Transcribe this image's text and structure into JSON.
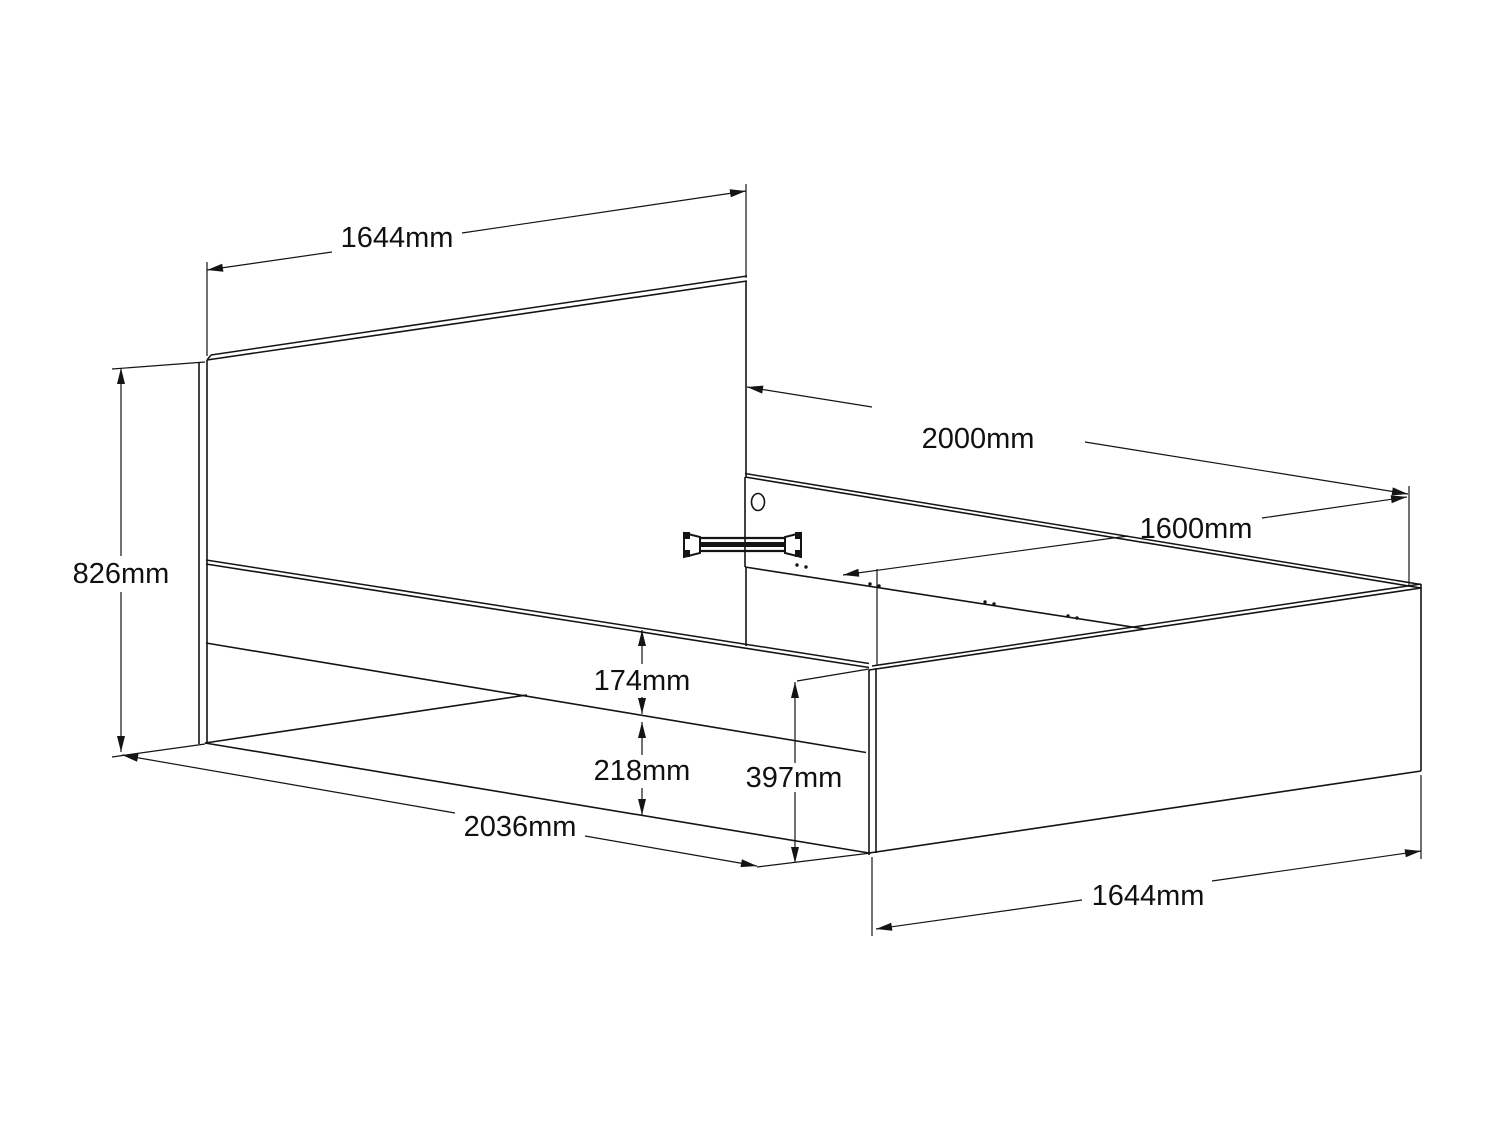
{
  "drawing": {
    "kind": "furniture assembly dimension diagram",
    "subject": "bed frame exploded perspective view",
    "background_color": "#ffffff",
    "line_color": "#141414",
    "unit": "mm"
  },
  "dimensions": {
    "headboard_width_top": {
      "label": "1644mm"
    },
    "side_rail_length": {
      "label": "2000mm"
    },
    "internal_width": {
      "label": "1600mm"
    },
    "headboard_height": {
      "label": "826mm"
    },
    "rail_face_height": {
      "label": "174mm"
    },
    "under_rail_clearance": {
      "label": "218mm"
    },
    "footboard_height": {
      "label": "397mm"
    },
    "overall_length": {
      "label": "2036mm"
    },
    "footboard_width": {
      "label": "1644mm"
    }
  }
}
